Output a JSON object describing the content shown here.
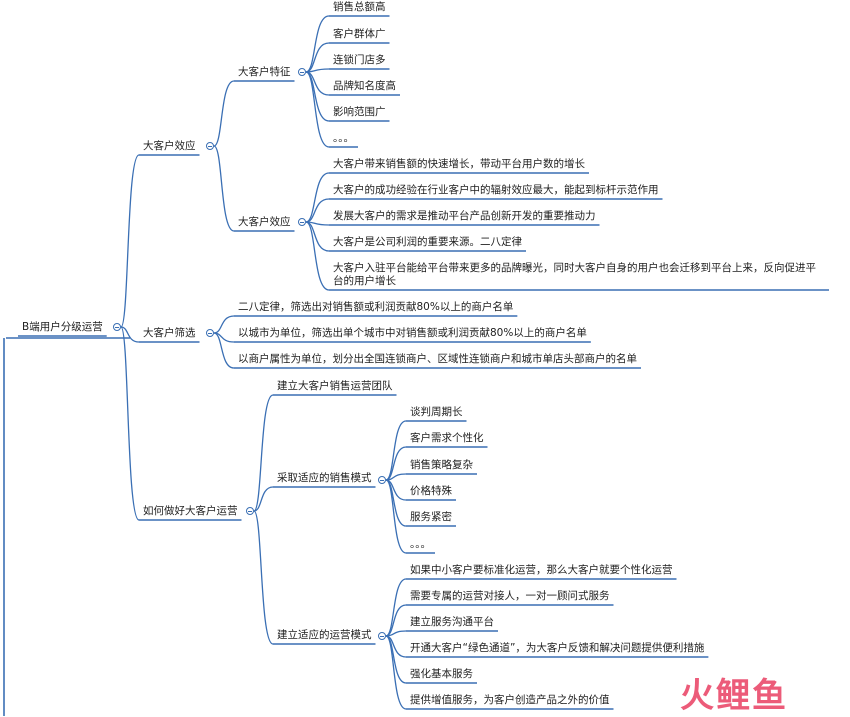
{
  "root": "B端用户分级运营",
  "branches": [
    {
      "label": "大客户效应",
      "children": [
        {
          "label": "大客户特征",
          "children": [
            "销售总额高",
            "客户群体广",
            "连锁门店多",
            "品牌知名度高",
            "影响范围广",
            "。。。"
          ]
        },
        {
          "label": "大客户效应",
          "children": [
            "大客户带来销售额的快速增长，带动平台用户数的增长",
            "大客户的成功经验在行业客户中的辐射效应最大，能起到标杆示范作用",
            "发展大客户的需求是推动平台产品创新开发的重要推动力",
            "大客户是公司利润的重要来源。二八定律",
            "大客户入驻平台能给平台带来更多的品牌曝光，同时大客户自身的用户也会迁移到平台上来，反向促进平台的用户增长"
          ]
        }
      ]
    },
    {
      "label": "大客户筛选",
      "children": [
        "二八定律，筛选出对销售额或利润贡献80%以上的商户名单",
        "以城市为单位，筛选出单个城市中对销售额或利润贡献80%以上的商户名单",
        "以商户属性为单位，划分出全国连锁商户、区域性连锁商户和城市单店头部商户的名单"
      ]
    },
    {
      "label": "如何做好大客户运营",
      "children": [
        {
          "label": "建立大客户销售运营团队"
        },
        {
          "label": "采取适应的销售模式",
          "children": [
            "谈判周期长",
            "客户需求个性化",
            "销售策略复杂",
            "价格特殊",
            "服务紧密",
            "。。。"
          ]
        },
        {
          "label": "建立适应的运营模式",
          "children": [
            "如果中小客户要标准化运营，那么大客户就要个性化运营",
            "需要专属的运营对接人，一对一顾问式服务",
            "建立服务沟通平台",
            "开通大客户“绿色通道”，为大客户反馈和解决问题提供便利措施",
            "强化基本服务",
            "提供增值服务，为客户创造产品之外的价值"
          ]
        }
      ]
    }
  ],
  "watermark": "火鲤鱼",
  "colors": {
    "line": "#3a6fb4",
    "watermark": "#ea4a6b"
  }
}
